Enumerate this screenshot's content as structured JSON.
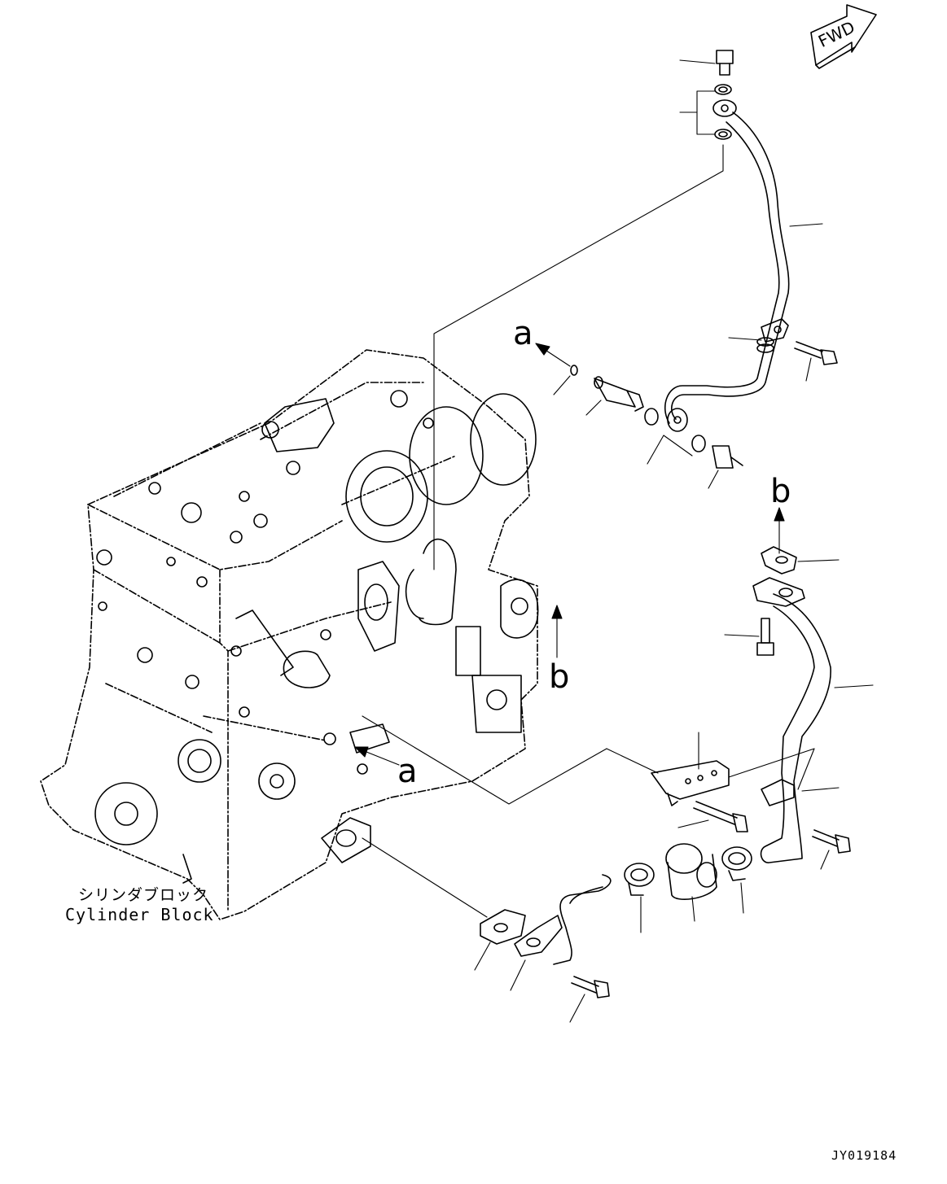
{
  "direction_label": "FWD",
  "labels": {
    "a_top": "a",
    "a_bottom": "a",
    "b_top": "b",
    "b_right": "b"
  },
  "cylinder_block": {
    "label_jp": "シリンダブロック",
    "label_en": "Cylinder Block"
  },
  "drawing_id": "JY019184",
  "colors": {
    "line": "#000000",
    "background": "#ffffff"
  }
}
